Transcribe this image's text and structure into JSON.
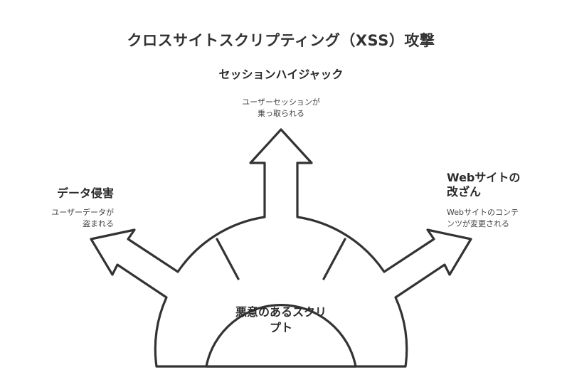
{
  "title": "クロスサイトスクリプティング（XSS）攻撃",
  "center": {
    "lines": [
      "悪意のあるスクリ",
      "プト"
    ]
  },
  "top": {
    "heading": "セッションハイジャック",
    "desc_lines": [
      "ユーザーセッションが",
      "乗っ取られる"
    ]
  },
  "left": {
    "heading": "データ侵害",
    "desc_lines": [
      "ユーザーデータが",
      "盗まれる"
    ]
  },
  "right": {
    "heading_lines": [
      "Webサイトの",
      "改ざん"
    ],
    "desc_lines": [
      "Webサイトのコンテ",
      "ンツが変更される"
    ]
  }
}
